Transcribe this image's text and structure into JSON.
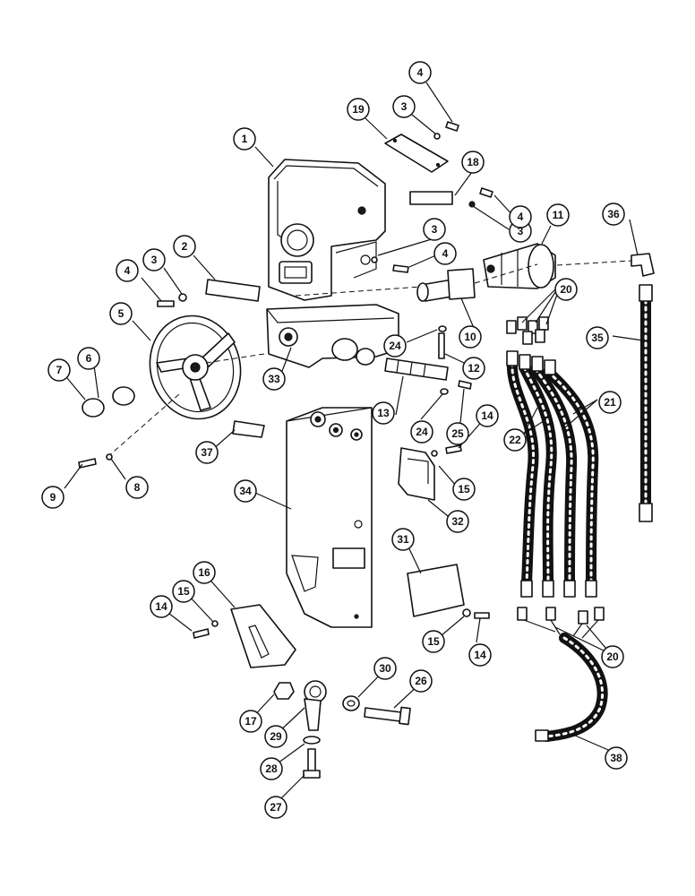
{
  "diagram": {
    "callouts": [
      {
        "id": "c1",
        "label": "1"
      },
      {
        "id": "c2",
        "label": "2"
      },
      {
        "id": "c3a",
        "label": "3"
      },
      {
        "id": "c3b",
        "label": "3"
      },
      {
        "id": "c3c",
        "label": "3"
      },
      {
        "id": "c3d",
        "label": "3"
      },
      {
        "id": "c4a",
        "label": "4"
      },
      {
        "id": "c4b",
        "label": "4"
      },
      {
        "id": "c4c",
        "label": "4"
      },
      {
        "id": "c4d",
        "label": "4"
      },
      {
        "id": "c5",
        "label": "5"
      },
      {
        "id": "c6",
        "label": "6"
      },
      {
        "id": "c7",
        "label": "7"
      },
      {
        "id": "c8",
        "label": "8"
      },
      {
        "id": "c9",
        "label": "9"
      },
      {
        "id": "c10",
        "label": "10"
      },
      {
        "id": "c11",
        "label": "11"
      },
      {
        "id": "c12",
        "label": "12"
      },
      {
        "id": "c13",
        "label": "13"
      },
      {
        "id": "c14a",
        "label": "14"
      },
      {
        "id": "c14b",
        "label": "14"
      },
      {
        "id": "c14c",
        "label": "14"
      },
      {
        "id": "c15a",
        "label": "15"
      },
      {
        "id": "c15b",
        "label": "15"
      },
      {
        "id": "c15c",
        "label": "15"
      },
      {
        "id": "c16",
        "label": "16"
      },
      {
        "id": "c17",
        "label": "17"
      },
      {
        "id": "c18",
        "label": "18"
      },
      {
        "id": "c19",
        "label": "19"
      },
      {
        "id": "c20a",
        "label": "20"
      },
      {
        "id": "c20b",
        "label": "20"
      },
      {
        "id": "c21",
        "label": "21"
      },
      {
        "id": "c22",
        "label": "22"
      },
      {
        "id": "c24a",
        "label": "24"
      },
      {
        "id": "c24b",
        "label": "24"
      },
      {
        "id": "c25",
        "label": "25"
      },
      {
        "id": "c26",
        "label": "26"
      },
      {
        "id": "c27",
        "label": "27"
      },
      {
        "id": "c28",
        "label": "28"
      },
      {
        "id": "c29",
        "label": "29"
      },
      {
        "id": "c30",
        "label": "30"
      },
      {
        "id": "c31",
        "label": "31"
      },
      {
        "id": "c32",
        "label": "32"
      },
      {
        "id": "c33",
        "label": "33"
      },
      {
        "id": "c34",
        "label": "34"
      },
      {
        "id": "c35",
        "label": "35"
      },
      {
        "id": "c36",
        "label": "36"
      },
      {
        "id": "c37",
        "label": "37"
      },
      {
        "id": "c38",
        "label": "38"
      }
    ]
  }
}
